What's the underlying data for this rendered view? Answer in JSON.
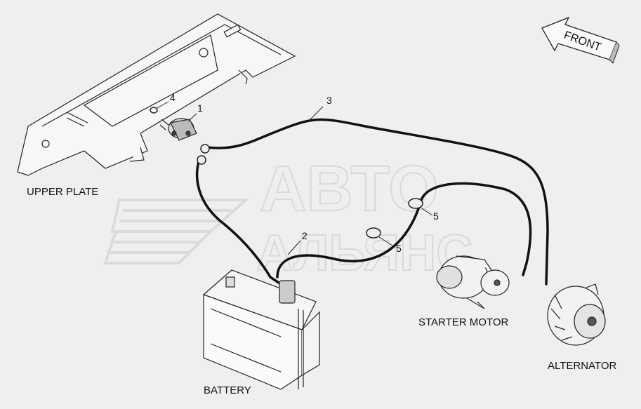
{
  "labels": {
    "upper_plate": "UPPER PLATE",
    "battery": "BATTERY",
    "starter_motor": "STARTER MOTOR",
    "alternator": "ALTERNATOR",
    "front": "FRONT"
  },
  "callouts": [
    "1",
    "2",
    "3",
    "4",
    "5",
    "5"
  ],
  "watermark": {
    "line1": "АВТО",
    "line2": "АЛЬЯНС"
  }
}
